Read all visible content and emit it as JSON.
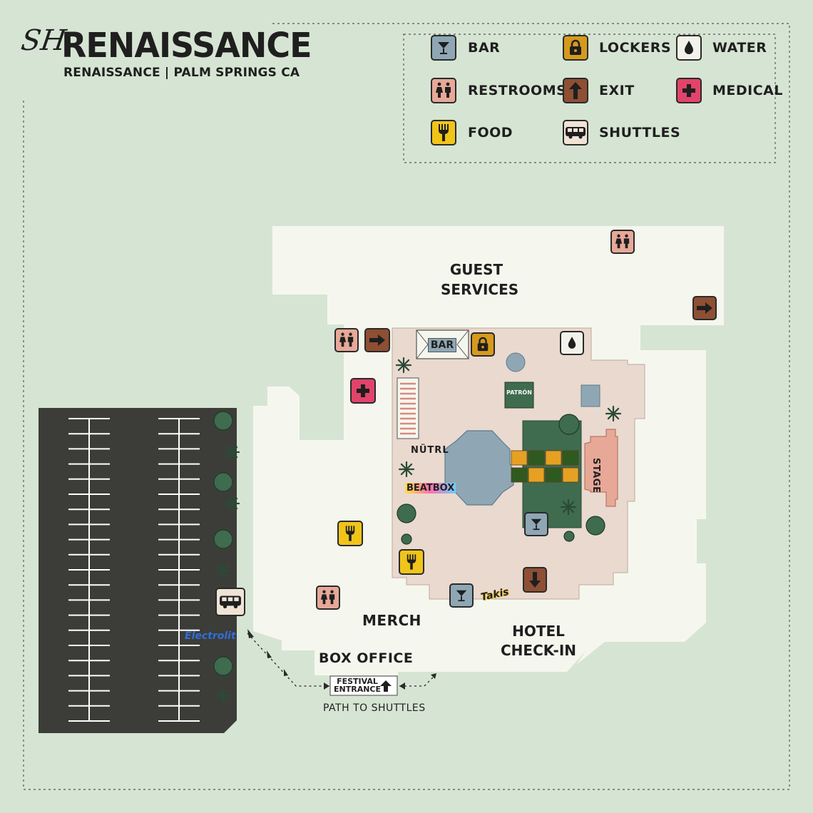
{
  "header": {
    "logo_mark": "SH",
    "title": "RENAISSANCE",
    "subtitle": "RENAISSANCE | PALM SPRINGS CA"
  },
  "legend": {
    "bar": "BAR",
    "lockers": "LOCKERS",
    "water": "WATER",
    "restrooms": "RESTROOMS",
    "exit": "EXIT",
    "medical": "MEDICAL",
    "food": "FOOD",
    "shuttles": "SHUTTLES"
  },
  "map": {
    "guest_services": [
      "GUEST",
      "SERVICES"
    ],
    "bar_sign": "BAR",
    "stage": "STAGE",
    "merch": "MERCH",
    "hotel_check_in": [
      "HOTEL",
      "CHECK-IN"
    ],
    "box_office": "BOX OFFICE",
    "festival_entrance": [
      "FESTIVAL",
      "ENTRANCE"
    ],
    "path_to_shuttles": "PATH TO SHUTTLES"
  },
  "sponsors": {
    "patron": "PATRÓN",
    "nutrl": "NÜTRL",
    "beatbox": "BEATBOX",
    "takis": "Takis",
    "electrolit": "Electrolit"
  },
  "colors": {
    "background": "#d6e5d3",
    "venue": "#f5f7ee",
    "courtyard": "#ead9cf",
    "parking": "#3c3d39",
    "pool": "#8fa7b5",
    "lawn": "#3f6b4f",
    "bar_icon": "#8fa7b5",
    "lockers_icon": "#d69a1c",
    "water_icon": "#f2f2ea",
    "restrooms_icon": "#e7a898",
    "exit_icon": "#8e4f33",
    "medical_icon": "#e2436a",
    "food_icon": "#f0c419",
    "shuttles_icon": "#efe3d6"
  }
}
